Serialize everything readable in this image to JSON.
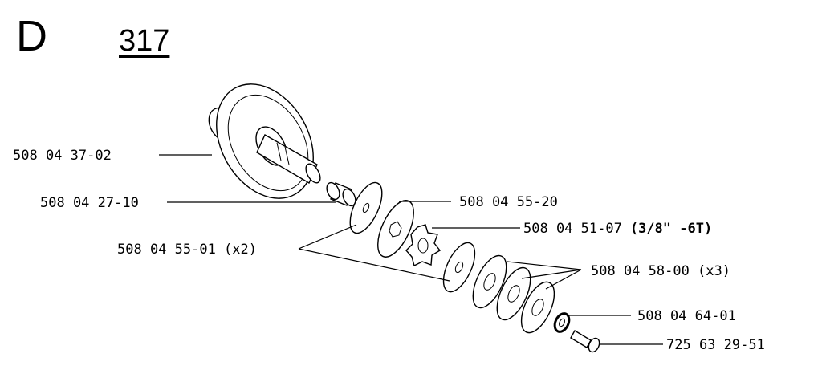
{
  "header": {
    "section_letter": "D",
    "page_number": "317"
  },
  "parts": [
    {
      "id": "hub",
      "number": "508 04 37-02"
    },
    {
      "id": "bushing",
      "number": "508 04 27-10"
    },
    {
      "id": "washer-a",
      "number": "508 04 55-20"
    },
    {
      "id": "sprocket",
      "number": "508 04 51-07",
      "note": "(3/8\" -6T)"
    },
    {
      "id": "washer-b",
      "number": "508 04 55-01 (x2)"
    },
    {
      "id": "washer-c",
      "number": "508 04 58-00 (x3)"
    },
    {
      "id": "nut",
      "number": "508 04 64-01"
    },
    {
      "id": "screw",
      "number": "725 63 29-51"
    }
  ]
}
